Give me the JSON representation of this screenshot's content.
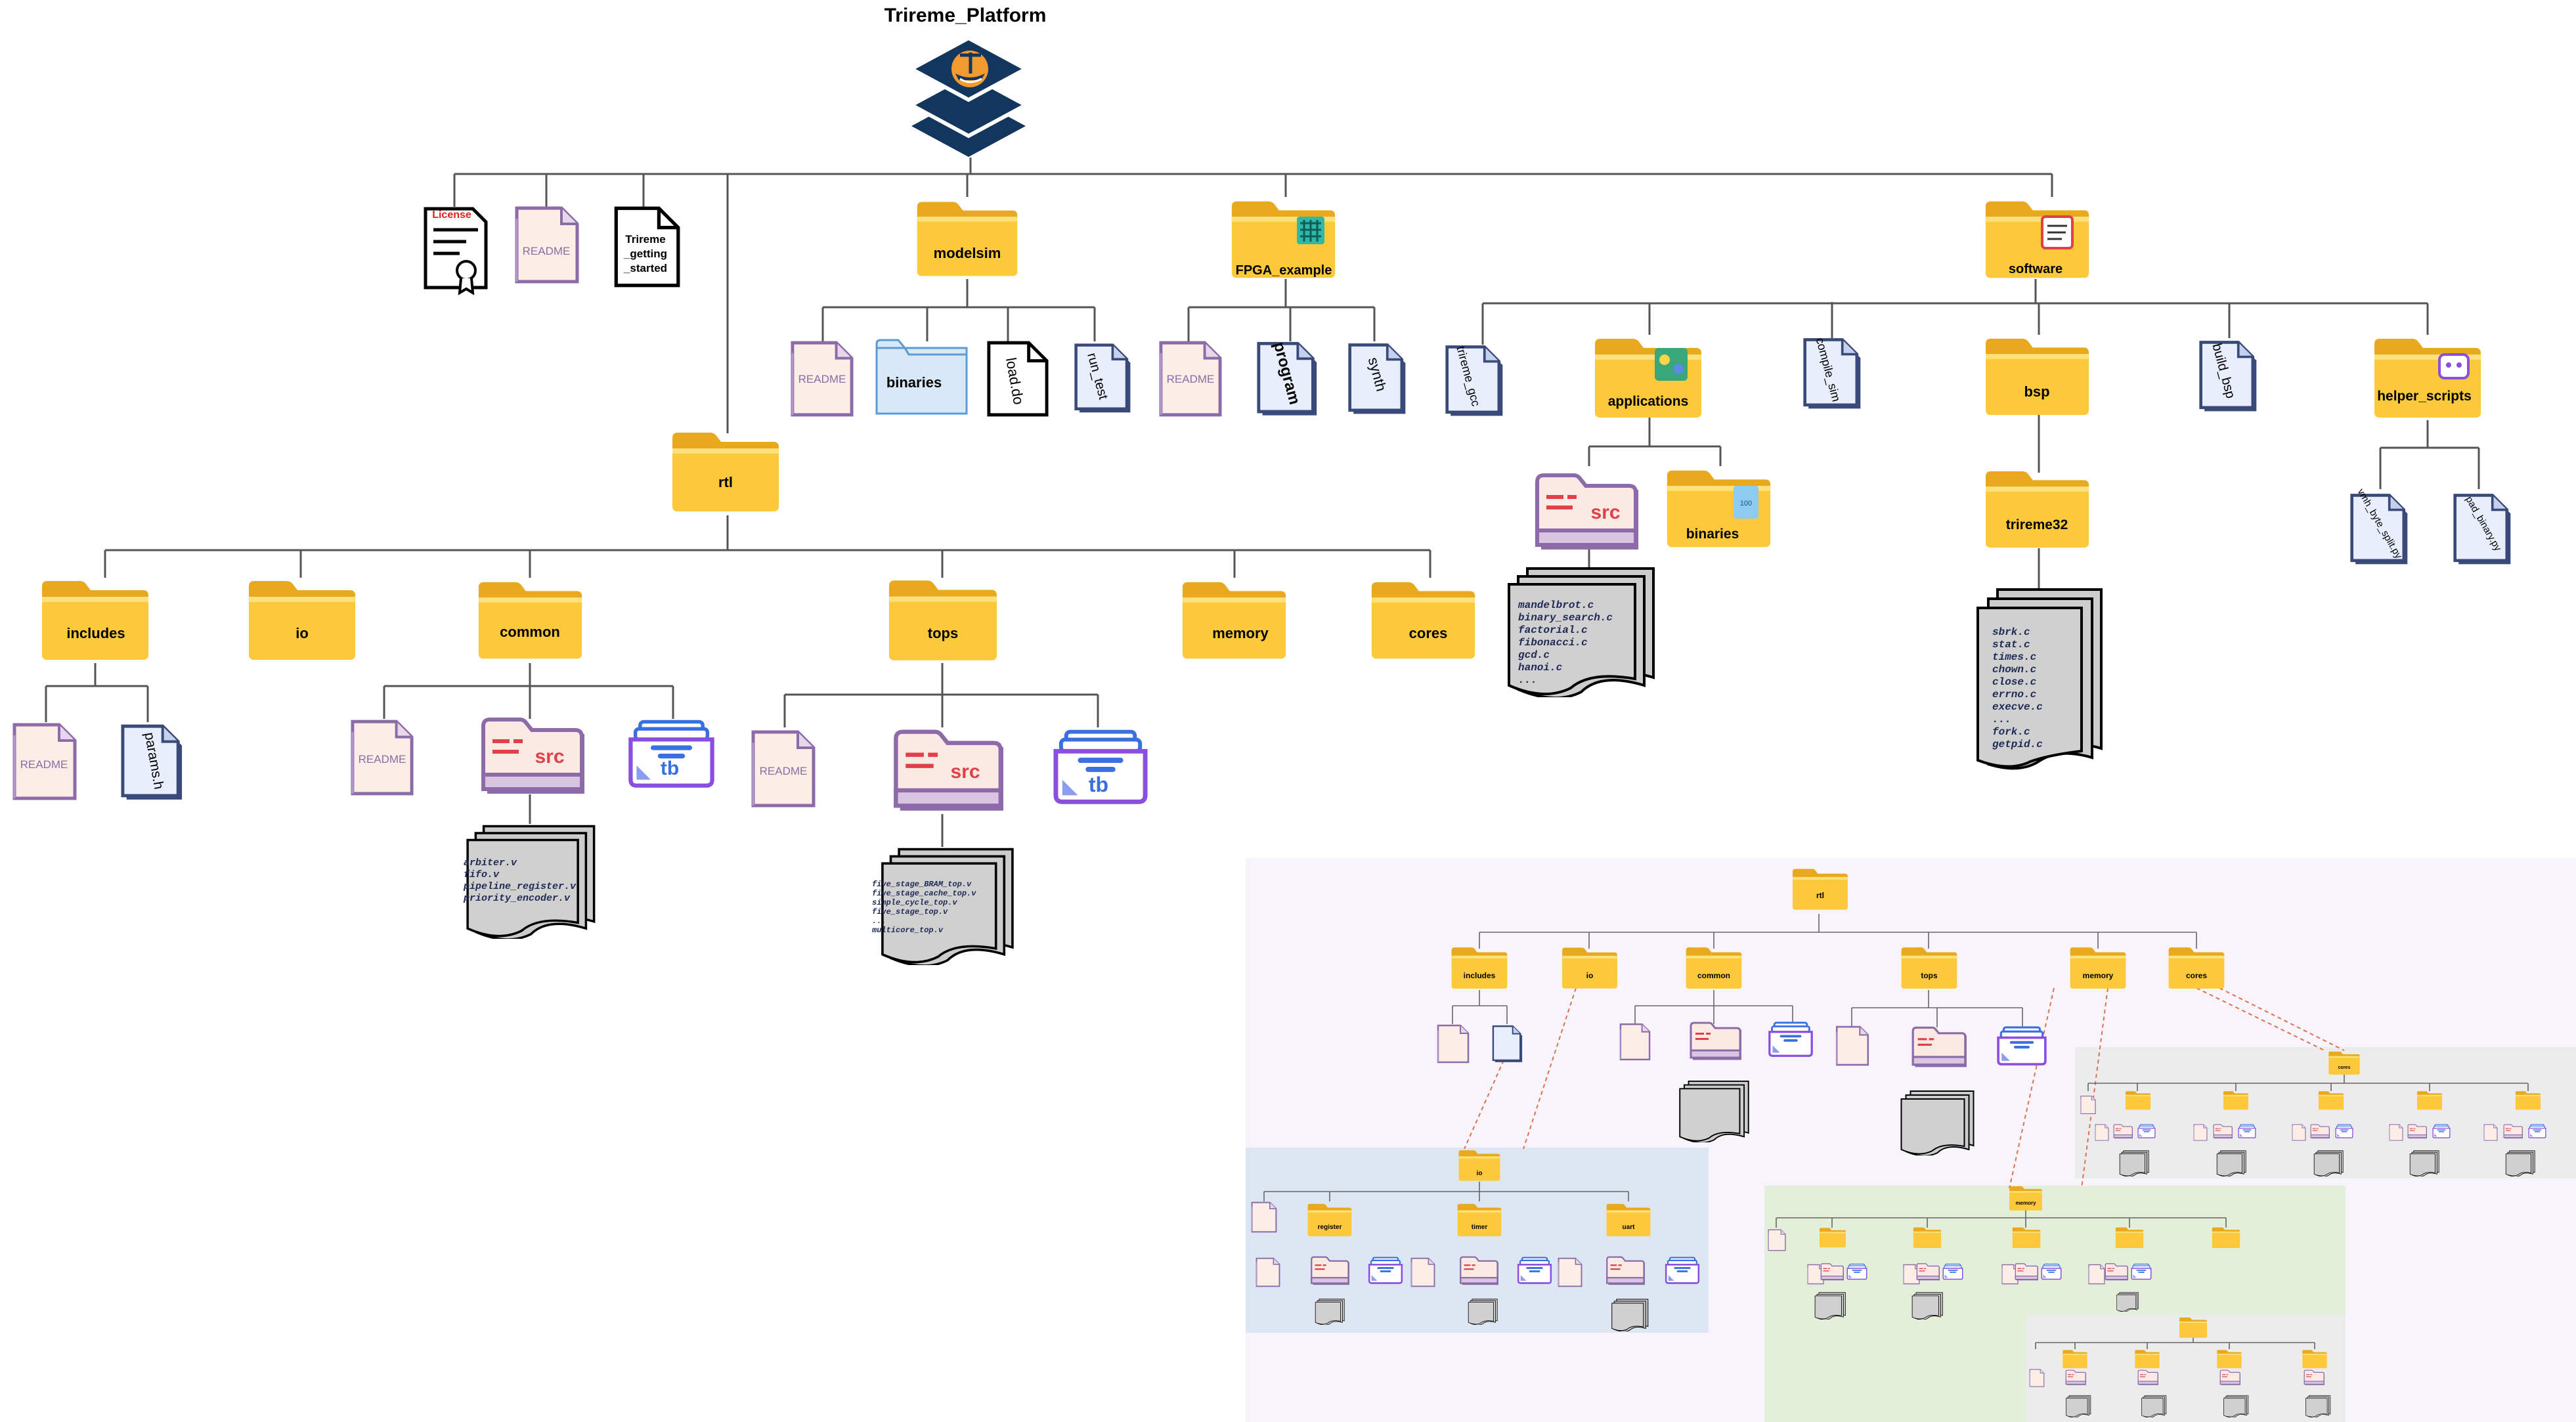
{
  "title": "Trireme_Platform",
  "root_files": {
    "license": "License",
    "readme": "README",
    "getting_started": "Trireme\n_getting\n_started"
  },
  "folders": {
    "modelsim": "modelsim",
    "fpga_example": "FPGA_example",
    "software": "software",
    "rtl": "rtl",
    "applications": "applications",
    "bsp": "bsp",
    "helper_scripts": "helper_scripts",
    "trireme32": "trireme32",
    "includes": "includes",
    "io": "io",
    "common": "common",
    "tops": "tops",
    "memory": "memory",
    "cores": "cores",
    "binaries": "binaries"
  },
  "modelsim_children": [
    "README",
    "binaries",
    "load.do",
    "run_test"
  ],
  "fpga_children": [
    "README",
    "program",
    "synth"
  ],
  "software_children": [
    "trireme_gcc",
    "applications",
    "compile_sim",
    "bsp",
    "build_bsp",
    "helper_scripts"
  ],
  "app_sources": [
    "mandelbrot.c",
    "binary_search.c",
    "factorial.c",
    "fibonacci.c",
    "gcd.c",
    "hanoi.c",
    "..."
  ],
  "bsp_sources": [
    "sbrk.c",
    "stat.c",
    "times.c",
    "chown.c",
    "close.c",
    "errno.c",
    "execve.c",
    "...",
    "fork.c",
    "getpid.c"
  ],
  "helper_files": [
    "vmh_byte_split.py",
    "pad_binary.py"
  ],
  "includes_children": [
    "README",
    "params.h"
  ],
  "common_sources": [
    "arbiter.v",
    "fifo.v",
    "pipeline_register.v",
    "priority_encoder.v"
  ],
  "tops_sources": [
    "five_stage_BRAM_top.v",
    "five_stage_cache_top.v",
    "simple_cycle_top.v",
    "five_stage_top.v",
    "...",
    "multicore_top.v"
  ],
  "badges": {
    "src": "src",
    "tb": "tb",
    "readme": "README"
  },
  "inset": {
    "rtl": "rtl",
    "children": [
      "includes",
      "io",
      "common",
      "tops",
      "memory",
      "cores"
    ],
    "io_children": [
      "register",
      "timer",
      "uart"
    ],
    "io_folder": "io",
    "memory_folder": "memory",
    "cores_folder": "cores"
  },
  "colors": {
    "folder": "#fcc93a",
    "folder_dark": "#e9a91e",
    "readme_border": "#8c6ba8",
    "src_red": "#e0404a",
    "tb_blue": "#3a6fe0",
    "logo_navy": "#12365e",
    "logo_orange": "#f29a2e",
    "inset_bg": "#f7f5fb",
    "io_panel": "#dce7f3",
    "memory_panel": "#e3efd9",
    "cores_panel": "#ececec"
  }
}
